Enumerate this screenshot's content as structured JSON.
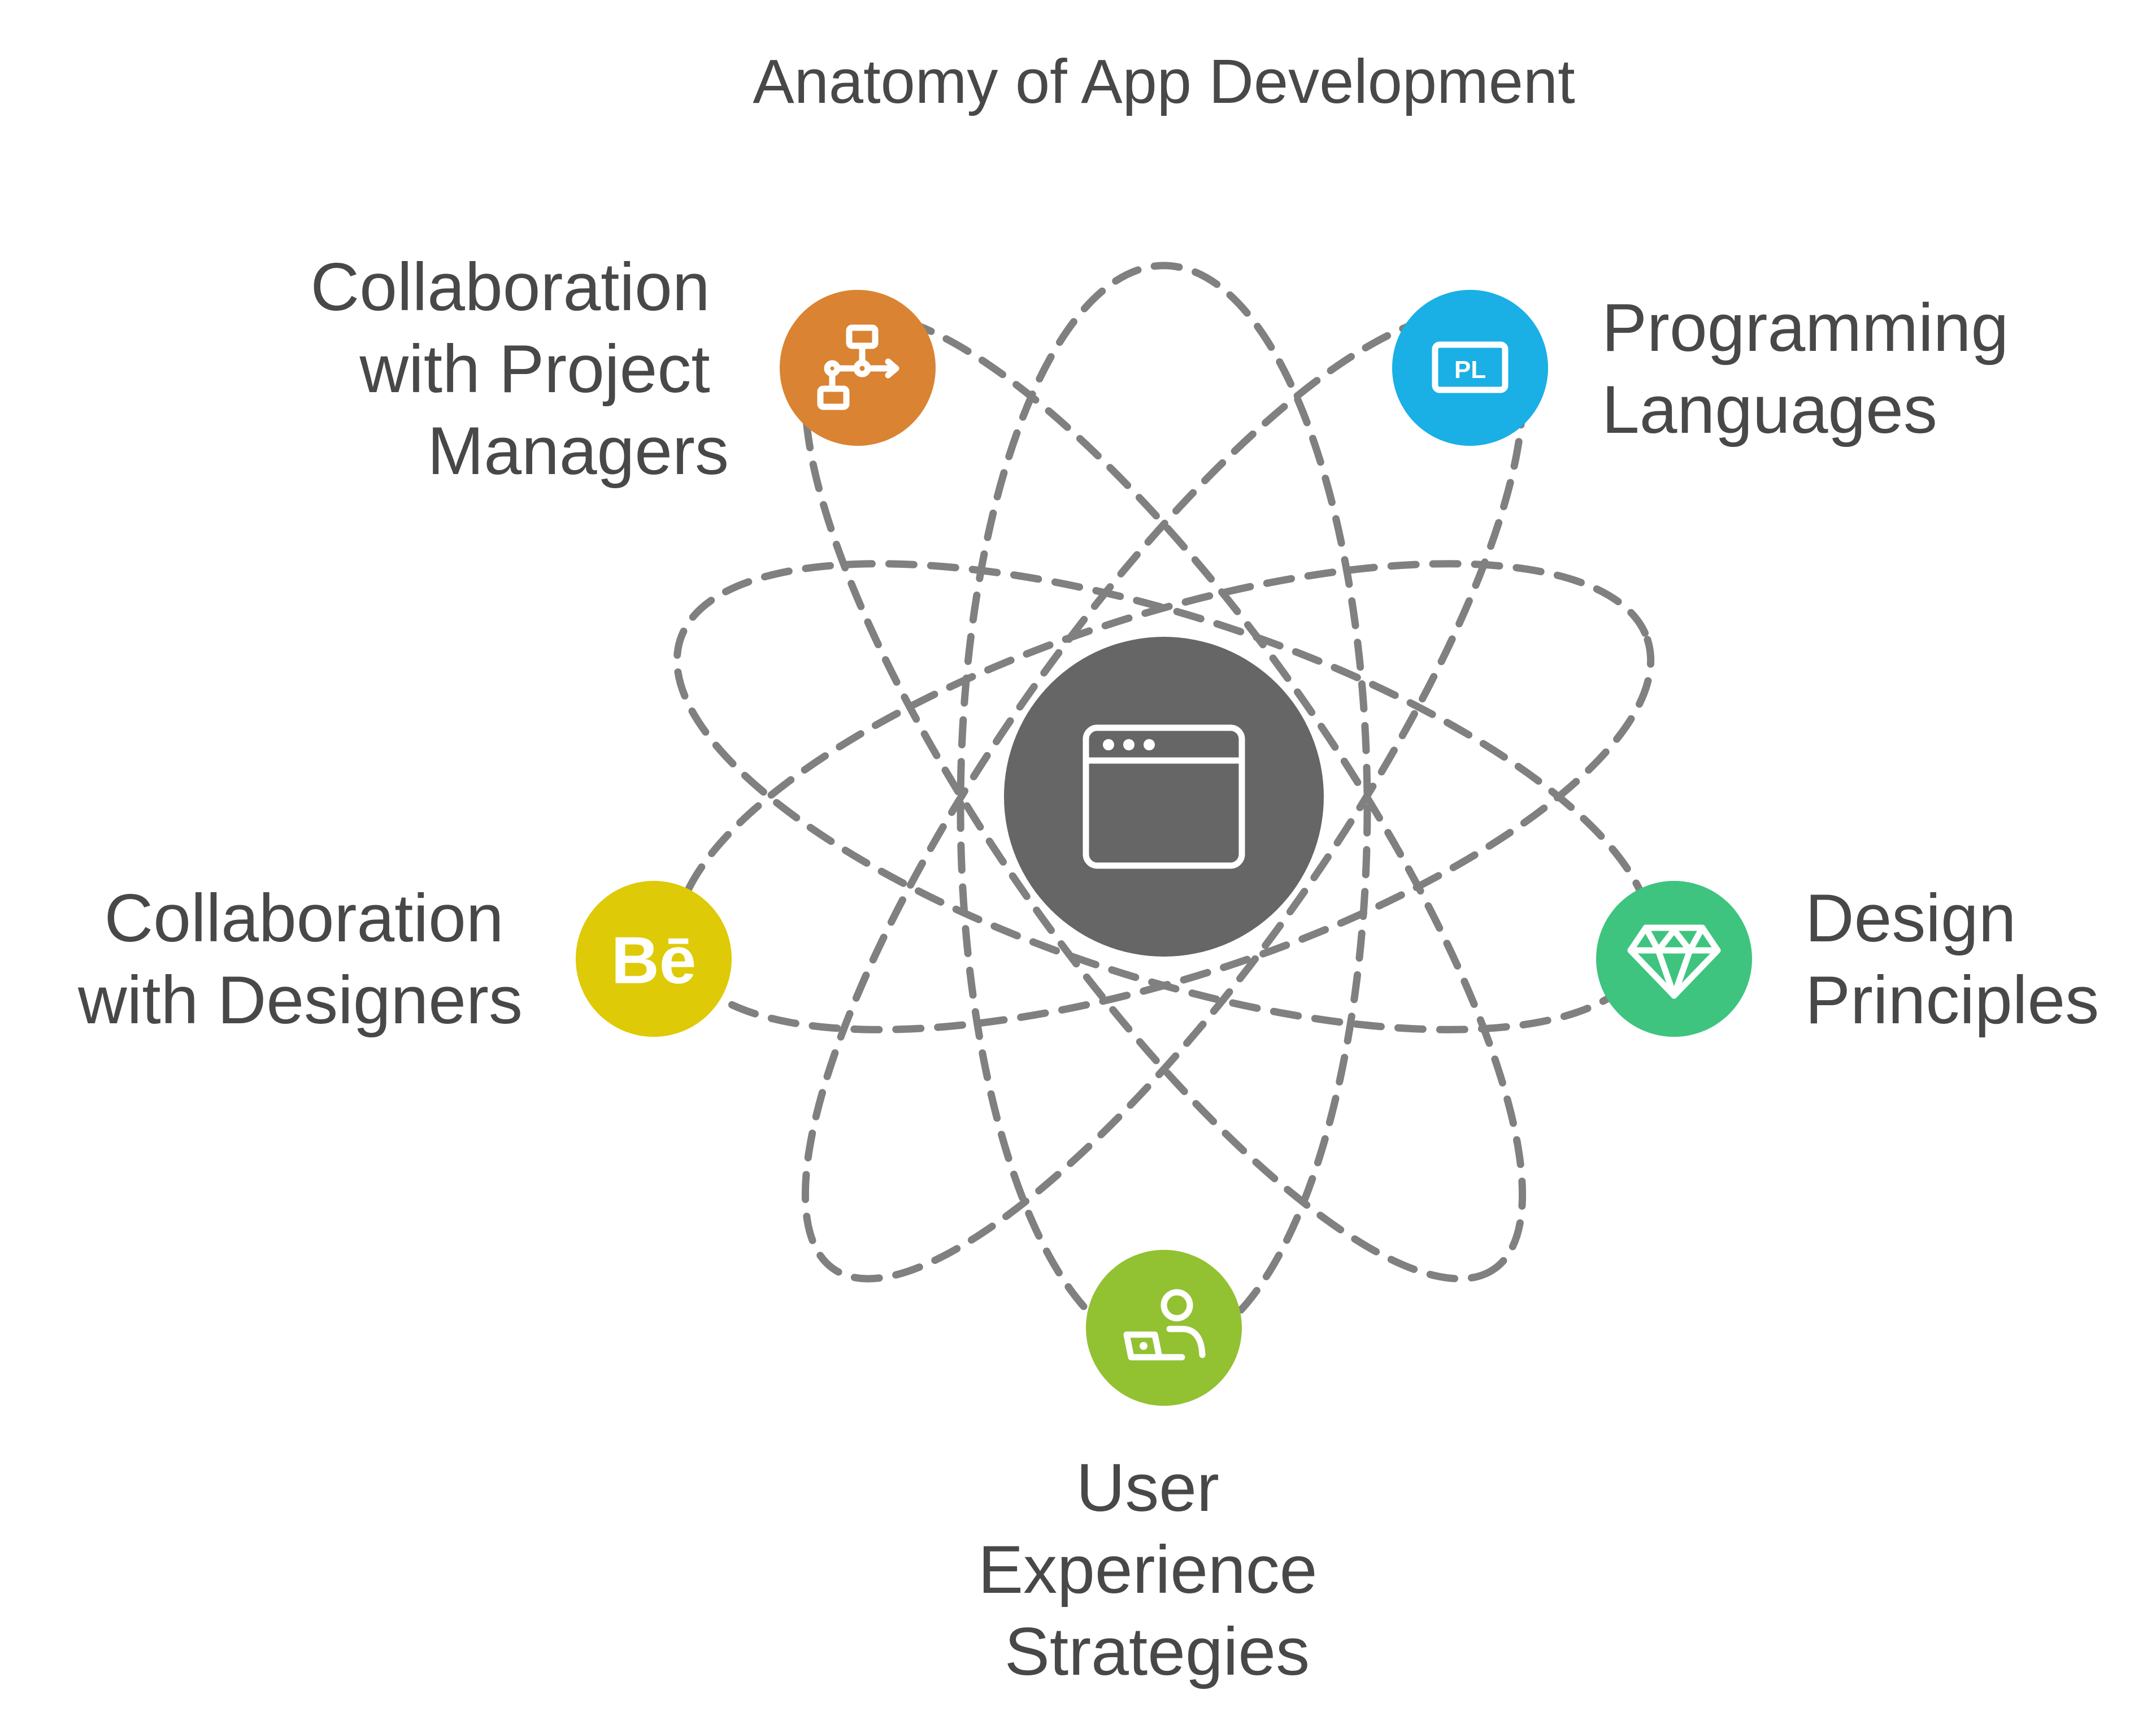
{
  "title": "Anatomy of App Development",
  "center": {
    "icon": "browser-window-icon",
    "color": "#666666"
  },
  "nodes": [
    {
      "id": "collab-pm",
      "label_lines": [
        "Collaboration",
        "with Project",
        "Managers"
      ],
      "icon": "flowchart-icon",
      "color": "#DA8332"
    },
    {
      "id": "prog-lang",
      "label_lines": [
        "Programming",
        "Languages"
      ],
      "icon": "pl-icon",
      "icon_text": "PL",
      "color": "#1AAFE5"
    },
    {
      "id": "collab-designers",
      "label_lines": [
        "Collaboration",
        "with Designers"
      ],
      "icon": "behance-icon",
      "icon_text": "Bē",
      "color": "#DECA06"
    },
    {
      "id": "design-principles",
      "label_lines": [
        "Design",
        "Principles"
      ],
      "icon": "diamond-icon",
      "color": "#3EC47F"
    },
    {
      "id": "ux-strategies",
      "label_lines": [
        "User",
        "Experience",
        "Strategies"
      ],
      "icon": "user-laptop-icon",
      "color": "#92C132"
    }
  ],
  "orbit_color": "#808080",
  "text_color": "#484848"
}
